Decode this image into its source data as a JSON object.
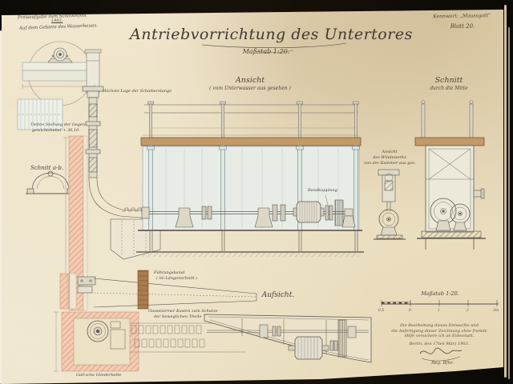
{
  "header": {
    "competition_note_line1": "Preisaufgabe zum Schinkelfest",
    "competition_note_year": "1903.",
    "competition_note_line2": "Auf dem Gebiete des Wasserbaues.",
    "keyword": "Kennwort: „Maussgatt“",
    "sheet_number": "Blatt 20.",
    "title": "Antriebvorrichtung des Untertores",
    "scale": "Maßstab 1:20."
  },
  "views": {
    "elevation_label": "Ansicht",
    "elevation_sublabel": "( vom Unterwasser aus gesehen )",
    "section_label": "Schnitt",
    "section_sublabel": "durch die Mitte",
    "plan_label": "Aufsicht.",
    "section_ab_label": "Schnitt a-b.",
    "detail_label_line1": "Ansicht",
    "detail_label_line2": "des Windewerks",
    "detail_label_line3": "von der Kammer aus ges."
  },
  "annotations": {
    "highest_position": "Höchste Lage der Schieberstange",
    "lowest_position_line1": "Tiefste Stellung der Gegen-",
    "lowest_position_line2": "gewichtshebel + 36,10.",
    "coupling": "Bandkupplung",
    "guide_channel_line1": "Führungskanal",
    "guide_channel_line2": "( im Längenschnitt )",
    "protective_box_line1": "Gusseiserner Kasten zum Schutze",
    "protective_box_line2": "der beweglichen Theile",
    "chain": "Gall'sche Gliederkette"
  },
  "scale_bar": {
    "label": "Maßstab 1:20.",
    "ticks": [
      "0,5",
      "0",
      "1",
      "2",
      "3m"
    ]
  },
  "affidavit": {
    "line1": "Die Bearbeitung dieses Entwurfes und",
    "line2": "die Anfertigung dieser Zeichnung ohne fremde",
    "line3": "Hilfe versichere ich an Eidesstatt.",
    "date_line": "Berlin, den 17ten März 1903.",
    "signer_title": "Reg. Bfhr."
  },
  "colors": {
    "paper": "#ece1c4",
    "ink": "#5f5a50",
    "masonry_pink": "#f3ccb4",
    "beam_tan": "#c29a68",
    "panel_green": "#e7ede6",
    "timber_brown": "#a97c4e",
    "background": "#0d0b08"
  }
}
